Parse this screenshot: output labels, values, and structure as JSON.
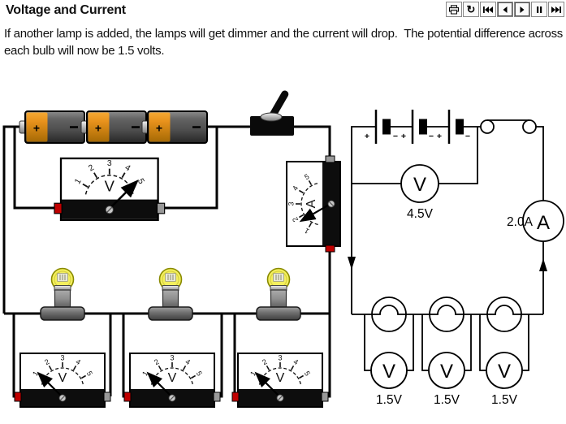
{
  "title": "Voltage and Current",
  "paragraph": "If another lamp is added, the lamps will get dimmer and the current will drop.  The potential difference across each bulb will now be 1.5 volts.",
  "toolbar": {
    "buttons": [
      "print",
      "refresh",
      "skip-start",
      "previous",
      "next",
      "pause",
      "skip-end"
    ],
    "refresh_glyph": "↻"
  },
  "meter_scale": [
    "1",
    "2",
    "3",
    "4",
    "5"
  ],
  "physical": {
    "battery_plus": "+",
    "voltmeter_letter": "V",
    "ammeter_letter": "A",
    "readings": {
      "top_voltmeter_volts": 4.5,
      "ammeter_amps": 2.0,
      "lamp_voltmeters_volts": [
        1.5,
        1.5,
        1.5
      ]
    },
    "lamp_count": 3,
    "battery_count": 3
  },
  "schematic": {
    "cell_labels": [
      "+",
      "−",
      "+",
      "−",
      "+",
      "−"
    ],
    "voltmeter_letter": "V",
    "ammeter_letter": "A",
    "battery_voltage_label": "4.5V",
    "current_label": "2.0A",
    "lamp_voltage_labels": [
      "1.5V",
      "1.5V",
      "1.5V"
    ]
  },
  "colors": {
    "battery_orange": "#E8921C",
    "battery_body_gray": "#5A5A5A",
    "bulb_yellow": "#F3EF5E",
    "terminal_red": "#C00000",
    "terminal_gray": "#999999",
    "wire_black": "#000000"
  }
}
